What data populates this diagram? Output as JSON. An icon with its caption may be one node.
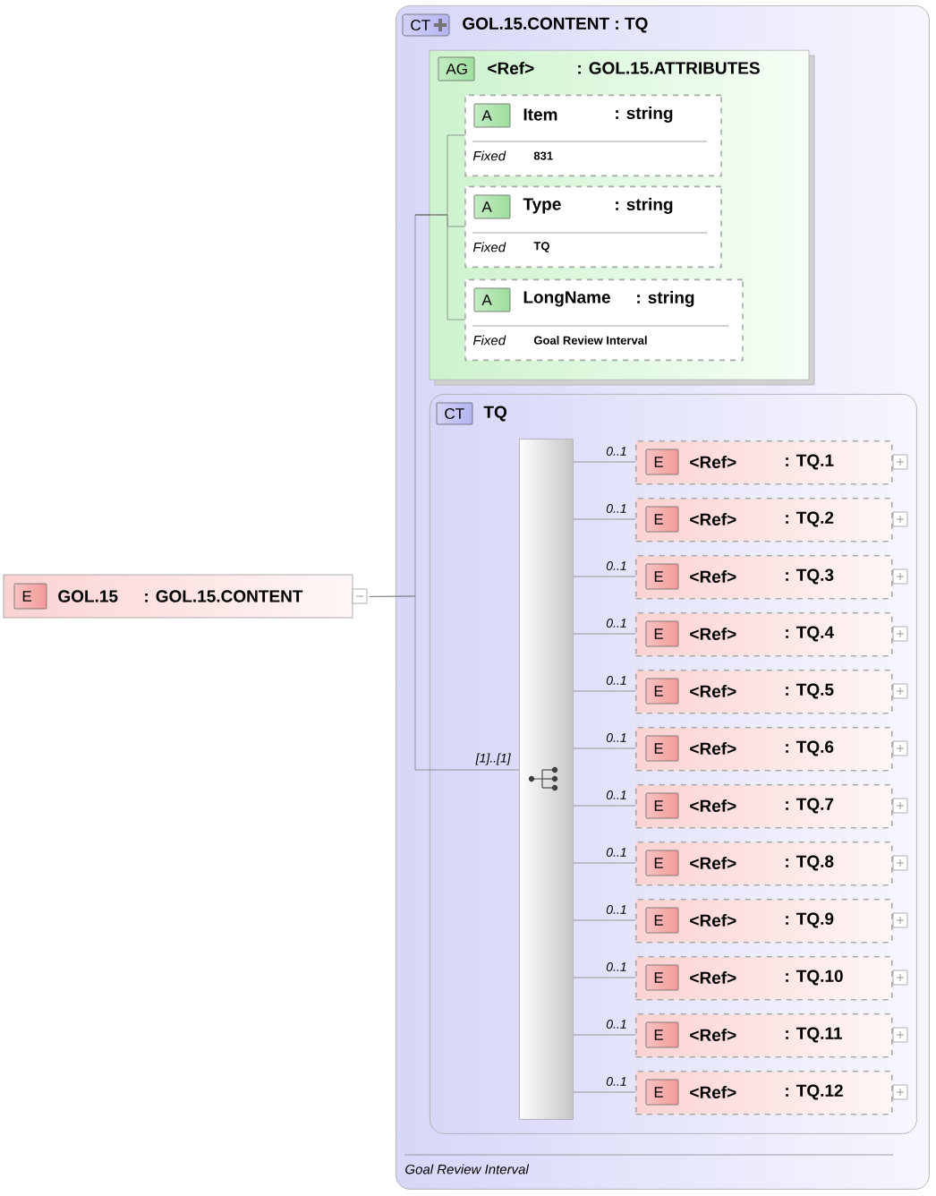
{
  "diagram": {
    "nodes": [
      {
        "text": [
          "E",
          "GOL.15",
          ": GOL.15.CONTENT"
        ]
      },
      {
        "text": [
          "CT",
          "GOL.15.CONTENT : TQ",
          "Goal Review Interval"
        ]
      },
      {
        "text": [
          "AG",
          "<Ref>",
          ": GOL.15.ATTRIBUTES"
        ],
        "in": 1
      },
      {
        "text": [
          "A",
          "Item",
          ": string",
          "Fixed",
          "831"
        ],
        "in": 2
      },
      {
        "text": [
          "A",
          "Type",
          ": string",
          "Fixed",
          "TQ"
        ],
        "in": 2
      },
      {
        "text": [
          "A",
          "LongName",
          ": string",
          "Fixed",
          "Goal Review Interval"
        ],
        "in": 2
      },
      {
        "text": [
          "CT",
          "TQ"
        ],
        "in": 1
      },
      {
        "text": [],
        "shape": "bar",
        "in": 6
      },
      {
        "text": [
          "E",
          "<Ref>",
          ": TQ.1"
        ],
        "in": 6
      },
      {
        "text": [
          "E",
          "<Ref>",
          ": TQ.2"
        ],
        "in": 6
      },
      {
        "text": [
          "E",
          "<Ref>",
          ": TQ.3"
        ],
        "in": 6
      },
      {
        "text": [
          "E",
          "<Ref>",
          ": TQ.4"
        ],
        "in": 6
      },
      {
        "text": [
          "E",
          "<Ref>",
          ": TQ.5"
        ],
        "in": 6
      },
      {
        "text": [
          "E",
          "<Ref>",
          ": TQ.6"
        ],
        "in": 6
      },
      {
        "text": [
          "E",
          "<Ref>",
          ": TQ.7"
        ],
        "in": 6
      },
      {
        "text": [
          "E",
          "<Ref>",
          ": TQ.8"
        ],
        "in": 6
      },
      {
        "text": [
          "E",
          "<Ref>",
          ": TQ.9"
        ],
        "in": 6
      },
      {
        "text": [
          "E",
          "<Ref>",
          ": TQ.10"
        ],
        "in": 6
      },
      {
        "text": [
          "E",
          "<Ref>",
          ": TQ.11"
        ],
        "in": 6
      },
      {
        "text": [
          "E",
          "<Ref>",
          ": TQ.12"
        ],
        "in": 6
      }
    ],
    "edges": [
      {
        "from": 0,
        "to": 2,
        "arrow": "none"
      },
      {
        "from": 0,
        "to": 7,
        "arrow": "none",
        "label": "[1]..[1]"
      },
      {
        "from": 2,
        "to": 3,
        "arrow": "none"
      },
      {
        "from": 2,
        "to": 4,
        "arrow": "none"
      },
      {
        "from": 2,
        "to": 5,
        "arrow": "none"
      },
      {
        "from": 7,
        "to": 8,
        "arrow": "none",
        "label": "0..1"
      },
      {
        "from": 7,
        "to": 9,
        "arrow": "none",
        "label": "0..1"
      },
      {
        "from": 7,
        "to": 10,
        "arrow": "none",
        "label": "0..1"
      },
      {
        "from": 7,
        "to": 11,
        "arrow": "none",
        "label": "0..1"
      },
      {
        "from": 7,
        "to": 12,
        "arrow": "none",
        "label": "0..1"
      },
      {
        "from": 7,
        "to": 13,
        "arrow": "none",
        "label": "0..1"
      },
      {
        "from": 7,
        "to": 14,
        "arrow": "none",
        "label": "0..1"
      },
      {
        "from": 7,
        "to": 15,
        "arrow": "none",
        "label": "0..1"
      },
      {
        "from": 7,
        "to": 16,
        "arrow": "none",
        "label": "0..1"
      },
      {
        "from": 7,
        "to": 17,
        "arrow": "none",
        "label": "0..1"
      },
      {
        "from": 7,
        "to": 18,
        "arrow": "none",
        "label": "0..1"
      },
      {
        "from": 7,
        "to": 19,
        "arrow": "none",
        "label": "0..1"
      }
    ]
  }
}
